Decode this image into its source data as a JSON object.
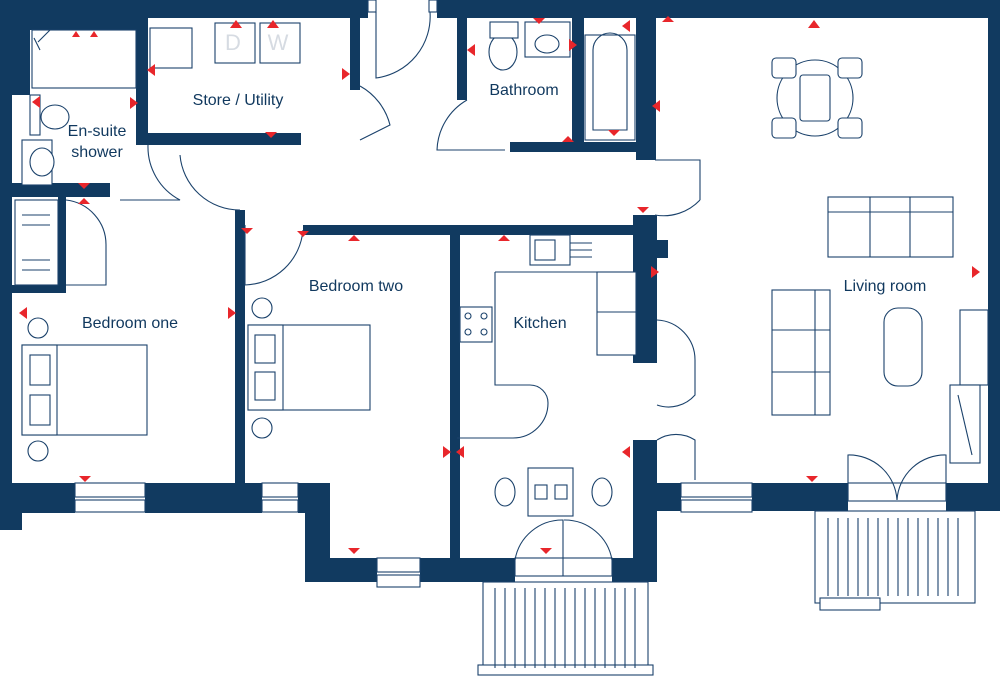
{
  "rooms": {
    "ensuite": {
      "line1": "En-suite",
      "line2": "shower"
    },
    "store_utility": "Store / Utility",
    "bathroom": "Bathroom",
    "bedroom_one": "Bedroom one",
    "bedroom_two": "Bedroom two",
    "kitchen": "Kitchen",
    "living_room": "Living room"
  },
  "appliances": {
    "dishwasher": "D",
    "washer": "W"
  },
  "colors": {
    "wall": "#113a60",
    "line": "#1b426b",
    "marker": "#e8262b",
    "background": "#ffffff"
  }
}
